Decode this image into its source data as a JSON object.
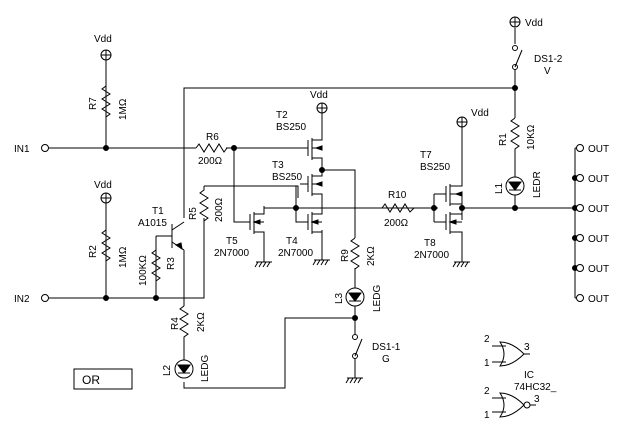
{
  "labels": {
    "in1": "IN1",
    "in2": "IN2",
    "out": "OUT",
    "vdd": "Vdd",
    "or": "OR",
    "r1": "R1",
    "r1v": "10KΩ",
    "r2": "R2",
    "r2v": "1MΩ",
    "r3": "R3",
    "r3v": "100KΩ",
    "r4": "R4",
    "r4v": "2KΩ",
    "r5": "R5",
    "r5v": "200Ω",
    "r6": "R6",
    "r6v": "200Ω",
    "r7": "R7",
    "r7v": "1MΩ",
    "r9": "R9",
    "r9v": "2KΩ",
    "r10": "R10",
    "r10v": "200Ω",
    "t1": "T1",
    "t1v": "A1015",
    "t2": "T2",
    "t2v": "BS250",
    "t3": "T3",
    "t3v": "BS250",
    "t4": "T4",
    "t4v": "2N7000",
    "t5": "T5",
    "t5v": "2N7000",
    "t7": "T7",
    "t7v": "BS250",
    "t8": "T8",
    "t8v": "2N7000",
    "l1": "L1",
    "l1v": "LEDR",
    "l2": "L2",
    "l2v": "LEDG",
    "l3": "L3",
    "l3v": "LEDG",
    "ds12": "DS1-2",
    "ds12v": "V",
    "ds11": "DS1-1",
    "ds11v": "G",
    "ic": "IC",
    "icv": "74HC32_",
    "pin1": "1",
    "pin2": "2",
    "pin3": "3"
  }
}
